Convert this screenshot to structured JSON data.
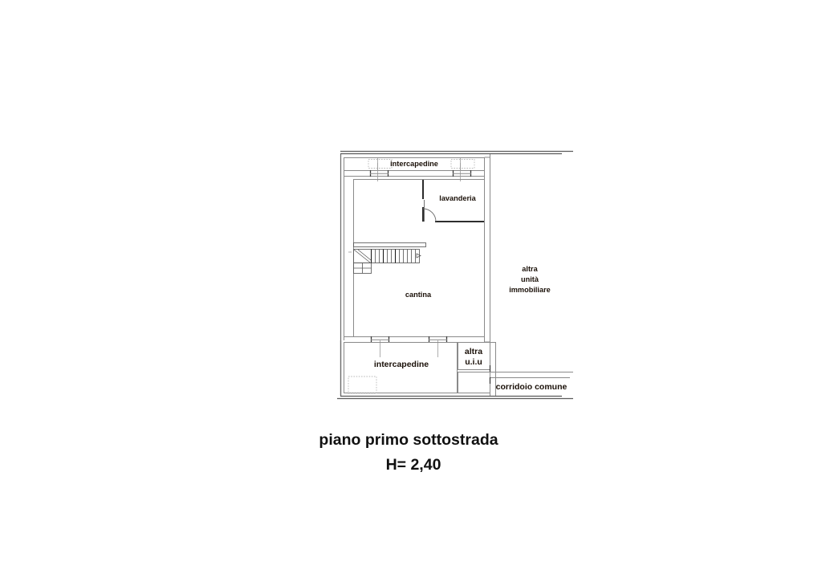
{
  "document": {
    "type": "architectural-floor-plan",
    "background_color": "#ffffff"
  },
  "caption": {
    "title": "piano primo sottostrada",
    "subtitle": "H= 2,40"
  },
  "rooms": [
    {
      "id": "intercapedine-top",
      "label": "intercapedine",
      "size": "sm"
    },
    {
      "id": "lavanderia",
      "label": "lavanderia",
      "size": "sm"
    },
    {
      "id": "cantina",
      "label": "cantina",
      "size": "sm"
    },
    {
      "id": "intercapedine-bottom",
      "label": "intercapedine",
      "size": "md"
    },
    {
      "id": "altra-uiu",
      "label_line1": "altra",
      "label_line2": "u.i.u",
      "size": "md"
    },
    {
      "id": "corridoio-comune",
      "label": "corridoio comune",
      "size": "md"
    },
    {
      "id": "altra-unita-immobiliare",
      "label_line1": "altra",
      "label_line2": "unità",
      "label_line3": "immobiliare",
      "size": "sm"
    }
  ],
  "labels": {
    "intercapedine_top": "intercapedine",
    "lavanderia": "lavanderia",
    "cantina": "cantina",
    "intercapedine_bottom": "intercapedine",
    "altra_uiu_line1": "altra",
    "altra_uiu_line2": "u.i.u",
    "corridoio_comune": "corridoio comune",
    "altra_unita_line1": "altra",
    "altra_unita_line2": "unità",
    "altra_unita_line3": "immobiliare"
  },
  "colors": {
    "wall_dark": "#3b3b3b",
    "wall_mid": "#6e6e6e",
    "wall_light": "#9a9a9a",
    "dotted": "#b9b9b9",
    "text": "#1a1008",
    "caption_text": "#111111",
    "background": "#ffffff"
  },
  "features": {
    "staircase_steps": 11,
    "windows_top_wall": 2,
    "windows_bottom_wall": 2,
    "door_lavanderia": 1,
    "dotted_recesses": 3
  }
}
